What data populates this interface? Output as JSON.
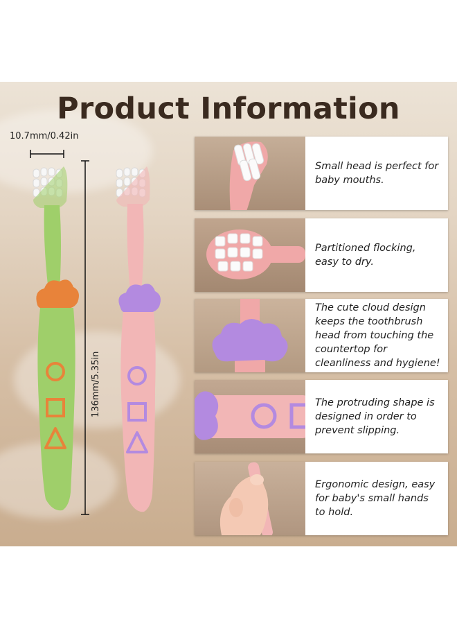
{
  "title": "Product Information",
  "dimensions": {
    "width": "10.7mm/0.42in",
    "height": "136mm/5.35in"
  },
  "features": [
    {
      "text": "Small head is perfect for baby mouths.",
      "photo": "pink-toothbrush-head-side-view"
    },
    {
      "text": "Partitioned flocking, easy to dry.",
      "photo": "toothbrush-bristles-top-view"
    },
    {
      "text": "The cute cloud design keeps the toothbrush head from touching the countertop for cleanliness and hygiene!",
      "photo": "purple-cloud-stopper"
    },
    {
      "text": "The protruding shape is designed in order to prevent slipping.",
      "photo": "handle-shapes-closeup"
    },
    {
      "text": "Ergonomic design, easy for baby's small hands to hold.",
      "photo": "baby-hand-holding-toothbrush"
    }
  ],
  "colors": {
    "green_brush": "#9fcf6a",
    "orange_accent": "#e8833a",
    "pink_brush": "#f2b6b6",
    "purple_accent": "#b38ae0",
    "title_text": "#3a2a1f"
  }
}
